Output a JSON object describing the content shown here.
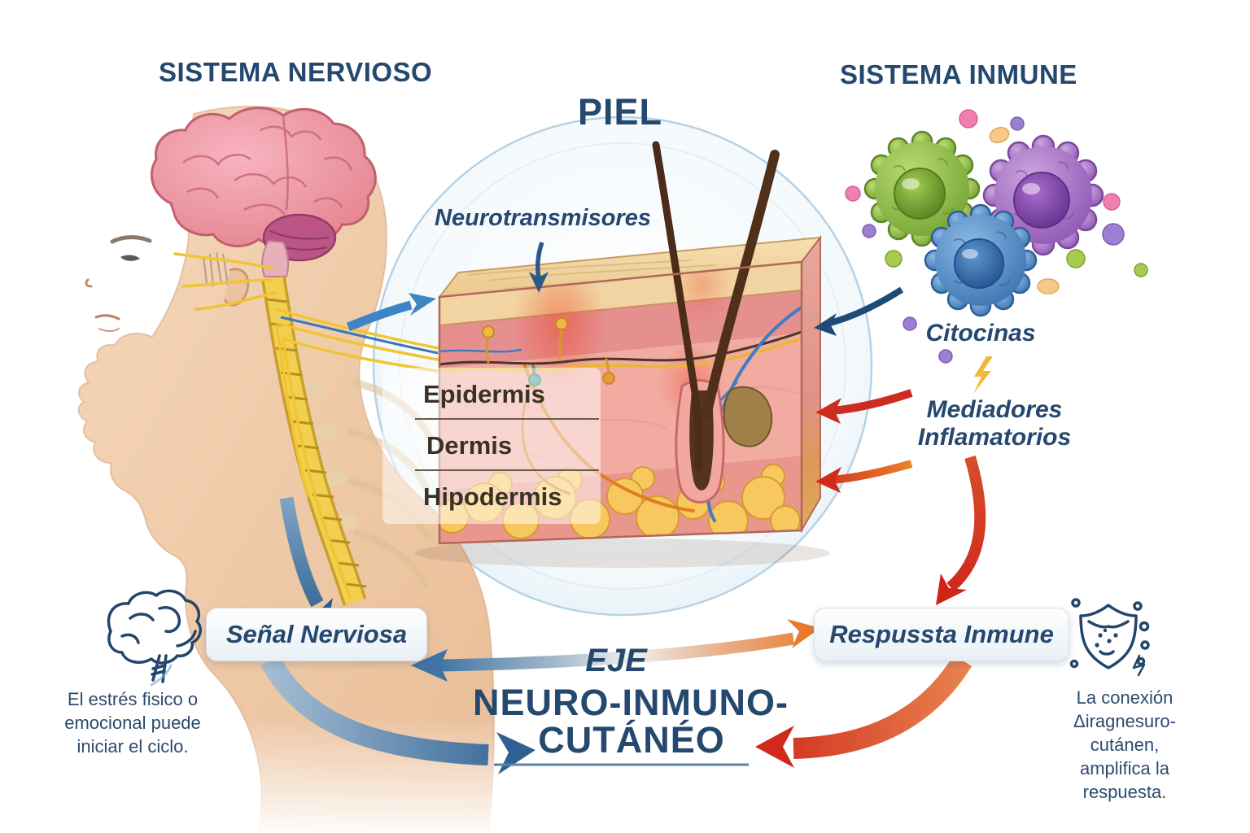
{
  "titles": {
    "nervous_system": "SISTEMA NERVIOSO",
    "skin": "PIEL",
    "immune_system": "SISTEMA INMUNE"
  },
  "skin": {
    "neurotransmitters_label": "Neurotransmisores",
    "layers": [
      "Epidermis",
      "Dermis",
      "Hipodermis"
    ]
  },
  "immune": {
    "cytokines_label": "Citocinas",
    "mediators_line1": "Mediadores",
    "mediators_line2": "Inflamatorios"
  },
  "axis": {
    "nerve_signal_label": "Señal Nerviosa",
    "immune_response_label": "Respussta Inmune",
    "eje": "EJE",
    "line2": "NEURO-INMUNO-",
    "line3": "CUTÁNÉO"
  },
  "notes": {
    "left_lines": [
      "El estrés fisico o",
      "emocional puede",
      "iniciar el ciclo."
    ],
    "right_lines": [
      "La conexión",
      "Δiragnesuro-cutánen,",
      "amplifica la respuesta."
    ]
  },
  "icons": {
    "stress": "brain-outline-icon",
    "immune": "shield-outline-icon",
    "trigger": "lightning-bolt-icon"
  },
  "colors": {
    "heading": "#25486e",
    "layer_label": "#3a3126",
    "arrow_blue": "#2e6093",
    "arrow_navy": "#1d4b78",
    "arrow_red": "#d2301f",
    "arrow_orange": "#e87a2e",
    "accent_yellow": "#f0b93c",
    "circle_stroke": "#aecde4"
  }
}
